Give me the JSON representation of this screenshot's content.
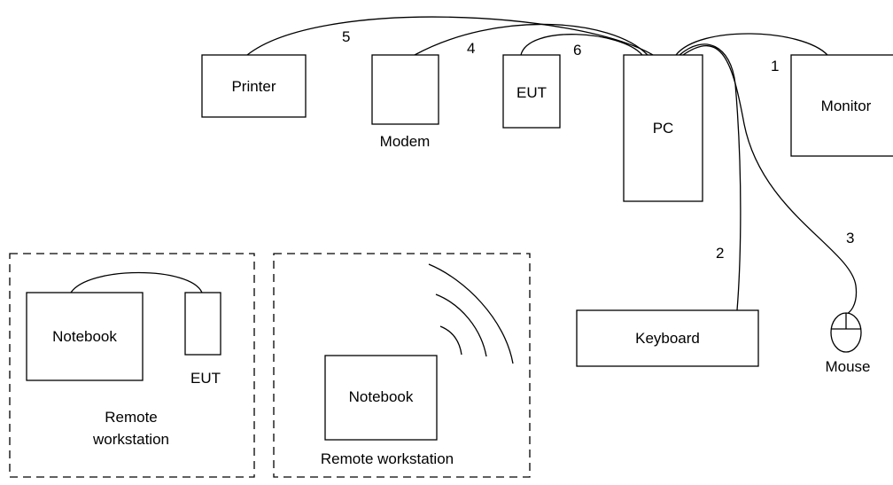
{
  "devices": {
    "printer": "Printer",
    "modem": "Modem",
    "eut_main": "EUT",
    "pc": "PC",
    "monitor": "Monitor",
    "keyboard": "Keyboard",
    "mouse": "Mouse"
  },
  "cables": {
    "c1": "1",
    "c2": "2",
    "c3": "3",
    "c4": "4",
    "c5": "5",
    "c6": "6"
  },
  "remote_wired": {
    "notebook": "Notebook",
    "eut": "EUT",
    "caption_line1": "Remote",
    "caption_line2": "workstation"
  },
  "remote_wireless": {
    "notebook": "Notebook",
    "caption": "Remote workstation"
  }
}
